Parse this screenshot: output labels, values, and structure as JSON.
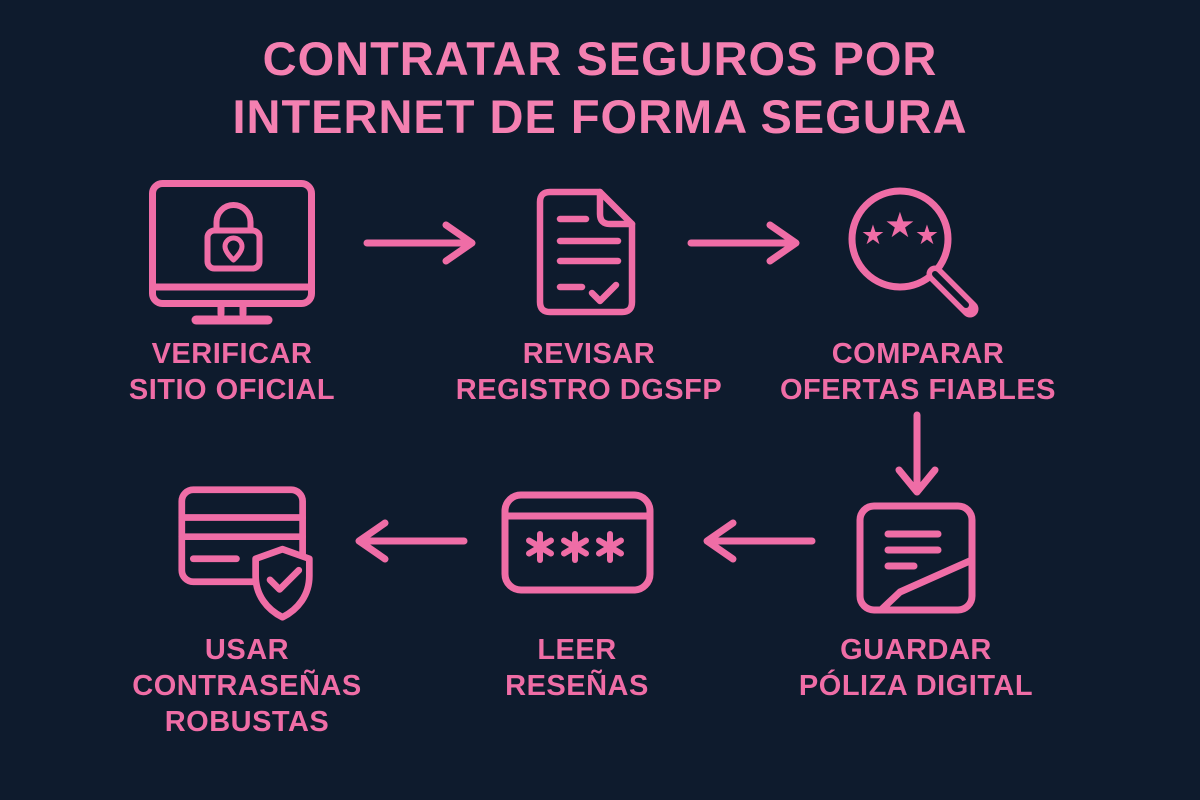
{
  "meta": {
    "kind": "infographic-flowchart",
    "language": "es"
  },
  "colors": {
    "background": "#0e1b2d",
    "accent_pink": "#ef6da6",
    "title_pink": "#f480b1"
  },
  "title": {
    "line1": "CONTRATAR SEGUROS POR",
    "line2": "INTERNET DE FORMA SEGURA"
  },
  "steps": [
    {
      "order": 1,
      "icon": "monitor-lock-icon",
      "label": [
        "VERIFICAR",
        "SITIO OFICIAL"
      ]
    },
    {
      "order": 2,
      "icon": "document-check-icon",
      "label": [
        "REVISAR",
        "REGISTRO DGSFP"
      ]
    },
    {
      "order": 3,
      "icon": "magnifier-stars-icon",
      "label": [
        "COMPARAR",
        "OFERTAS FIABLES"
      ]
    },
    {
      "order": 4,
      "icon": "folded-document-icon",
      "label": [
        "GUARDAR",
        "PÓLIZA DIGITAL"
      ]
    },
    {
      "order": 5,
      "icon": "password-card-icon",
      "label": [
        "LEER",
        "RESEÑAS"
      ]
    },
    {
      "order": 6,
      "icon": "card-shield-check-icon",
      "label": [
        "USAR",
        "CONTRASEÑAS",
        "ROBUSTAS"
      ]
    }
  ],
  "connectors": [
    {
      "from": "VERIFICAR SITIO OFICIAL",
      "to": "REVISAR REGISTRO DGSFP",
      "direction": "right"
    },
    {
      "from": "REVISAR REGISTRO DGSFP",
      "to": "COMPARAR OFERTAS FIABLES",
      "direction": "right"
    },
    {
      "from": "COMPARAR OFERTAS FIABLES",
      "to": "GUARDAR PÓLIZA DIGITAL",
      "direction": "down"
    },
    {
      "from": "GUARDAR PÓLIZA DIGITAL",
      "to": "LEER RESEÑAS",
      "direction": "left"
    },
    {
      "from": "LEER RESEÑAS",
      "to": "USAR CONTRASEÑAS ROBUSTAS",
      "direction": "left"
    }
  ]
}
